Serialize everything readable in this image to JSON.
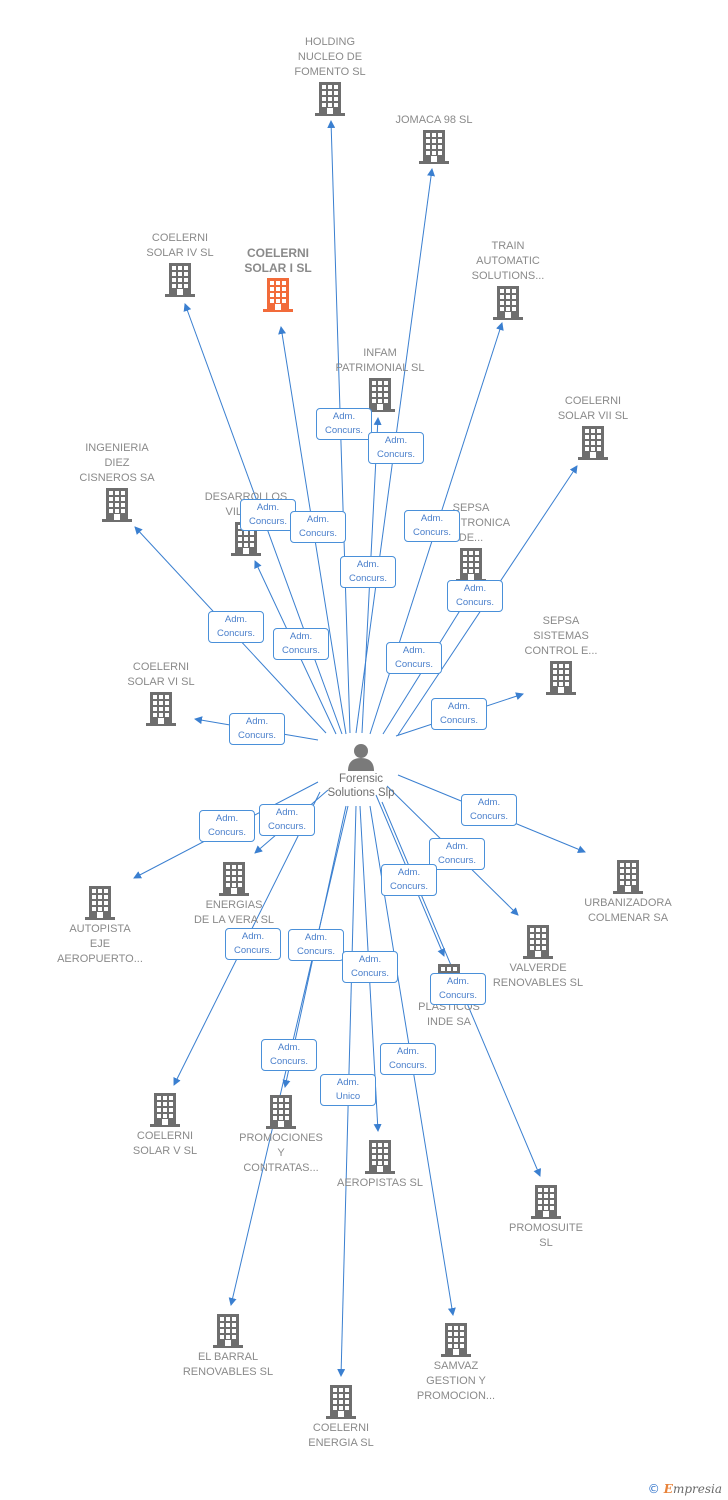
{
  "colors": {
    "edge": "#3a7fd0",
    "node_icon": "#6e6e6e",
    "focus_icon": "#f26b3a",
    "person_icon": "#7a7a7a",
    "badge_border": "#4a90d9",
    "badge_text": "#4a7fcb",
    "label": "#8a8a8a"
  },
  "center": {
    "name_lines": [
      "Forensic",
      "Solutions Slp"
    ],
    "icon": "person-icon"
  },
  "companies": [
    {
      "id": "holding-nucleo-de-fomento",
      "lines": [
        "HOLDING",
        "NUCLEO DE",
        "FOMENTO SL"
      ],
      "main": false
    },
    {
      "id": "jomaca-98",
      "lines": [
        "JOMACA 98 SL"
      ],
      "main": false
    },
    {
      "id": "coelerni-solar-iv",
      "lines": [
        "COELERNI",
        "SOLAR IV SL"
      ],
      "main": false
    },
    {
      "id": "coelerni-solar-i",
      "lines": [
        "COELERNI",
        "SOLAR I SL"
      ],
      "main": true
    },
    {
      "id": "train-automatic",
      "lines": [
        "TRAIN",
        "AUTOMATIC",
        "SOLUTIONS..."
      ],
      "main": false
    },
    {
      "id": "infam-patrimonial",
      "lines": [
        "INFAM",
        "PATRIMONIAL SL"
      ],
      "main": false
    },
    {
      "id": "coelerni-solar-vii",
      "lines": [
        "COELERNI",
        "SOLAR VII SL"
      ],
      "main": false
    },
    {
      "id": "ingenieria-diez-cisneros",
      "lines": [
        "INGENIERIA",
        "DIEZ",
        "CISNEROS SA"
      ],
      "main": false
    },
    {
      "id": "desarrollos-vilan",
      "lines": [
        "DESARROLLOS",
        "VILAN..."
      ],
      "main": false
    },
    {
      "id": "sepsa-electronica",
      "lines": [
        "SEPSA",
        "ELECTRONICA",
        "DE..."
      ],
      "main": false
    },
    {
      "id": "sepsa-sistemas",
      "lines": [
        "SEPSA",
        "SISTEMAS",
        "CONTROL E..."
      ],
      "main": false
    },
    {
      "id": "coelerni-solar-vi",
      "lines": [
        "COELERNI",
        "SOLAR VI SL"
      ],
      "main": false
    },
    {
      "id": "urbanizadora-colmenar",
      "lines": [
        "URBANIZADORA",
        "COLMENAR SA"
      ],
      "main": false
    },
    {
      "id": "energias-de-la-vera",
      "lines": [
        "ENERGIAS",
        "DE LA VERA SL"
      ],
      "main": false
    },
    {
      "id": "autopista-eje",
      "lines": [
        "AUTOPISTA",
        "EJE",
        "AEROPUERTO..."
      ],
      "main": false
    },
    {
      "id": "valverde-renovables",
      "lines": [
        "VALVERDE",
        "RENOVABLES SL"
      ],
      "main": false
    },
    {
      "id": "plasticos-inde",
      "lines": [
        "PLASTICOS",
        "INDE SA"
      ],
      "main": false
    },
    {
      "id": "coelerni-solar-v",
      "lines": [
        "COELERNI",
        "SOLAR V SL"
      ],
      "main": false
    },
    {
      "id": "promociones-contratas",
      "lines": [
        "PROMOCIONES",
        "Y",
        "CONTRATAS..."
      ],
      "main": false
    },
    {
      "id": "aeropistas",
      "lines": [
        "AEROPISTAS SL"
      ],
      "main": false
    },
    {
      "id": "promosuite",
      "lines": [
        "PROMOSUITE",
        "SL"
      ],
      "main": false
    },
    {
      "id": "el-barral-renovables",
      "lines": [
        "EL BARRAL",
        "RENOVABLES SL"
      ],
      "main": false
    },
    {
      "id": "samvaz-gestion",
      "lines": [
        "SAMVAZ",
        "GESTION Y",
        "PROMOCION..."
      ],
      "main": false
    },
    {
      "id": "coelerni-energia",
      "lines": [
        "COELERNI",
        "ENERGIA SL"
      ],
      "main": false
    }
  ],
  "badges": [
    {
      "lines": [
        "Adm.",
        "Concurs."
      ]
    },
    {
      "lines": [
        "Adm.",
        "Concurs."
      ]
    },
    {
      "lines": [
        "Adm.",
        "Concurs."
      ]
    },
    {
      "lines": [
        "Adm.",
        "Concurs."
      ]
    },
    {
      "lines": [
        "Adm.",
        "Concurs."
      ]
    },
    {
      "lines": [
        "Adm.",
        "Concurs."
      ]
    },
    {
      "lines": [
        "Adm.",
        "Concurs."
      ]
    },
    {
      "lines": [
        "Adm.",
        "Concurs."
      ]
    },
    {
      "lines": [
        "Adm.",
        "Concurs."
      ]
    },
    {
      "lines": [
        "Adm.",
        "Concurs."
      ]
    },
    {
      "lines": [
        "Adm.",
        "Concurs."
      ]
    },
    {
      "lines": [
        "Adm.",
        "Concurs."
      ]
    },
    {
      "lines": [
        "Adm.",
        "Concurs."
      ]
    },
    {
      "lines": [
        "Adm.",
        "Concurs."
      ]
    },
    {
      "lines": [
        "Adm.",
        "Concurs."
      ]
    },
    {
      "lines": [
        "Adm.",
        "Concurs."
      ]
    },
    {
      "lines": [
        "Adm.",
        "Concurs."
      ]
    },
    {
      "lines": [
        "Adm.",
        "Concurs."
      ]
    },
    {
      "lines": [
        "Adm.",
        "Concurs."
      ]
    },
    {
      "lines": [
        "Adm.",
        "Concurs."
      ]
    },
    {
      "lines": [
        "Adm.",
        "Concurs."
      ]
    },
    {
      "lines": [
        "Adm.",
        "Concurs."
      ]
    },
    {
      "lines": [
        "Adm.",
        "Concurs."
      ]
    },
    {
      "lines": [
        "Adm.",
        "Unico"
      ]
    }
  ],
  "footer": {
    "copyright": "©",
    "brand_initial": "E",
    "brand_rest": "mpresia"
  }
}
